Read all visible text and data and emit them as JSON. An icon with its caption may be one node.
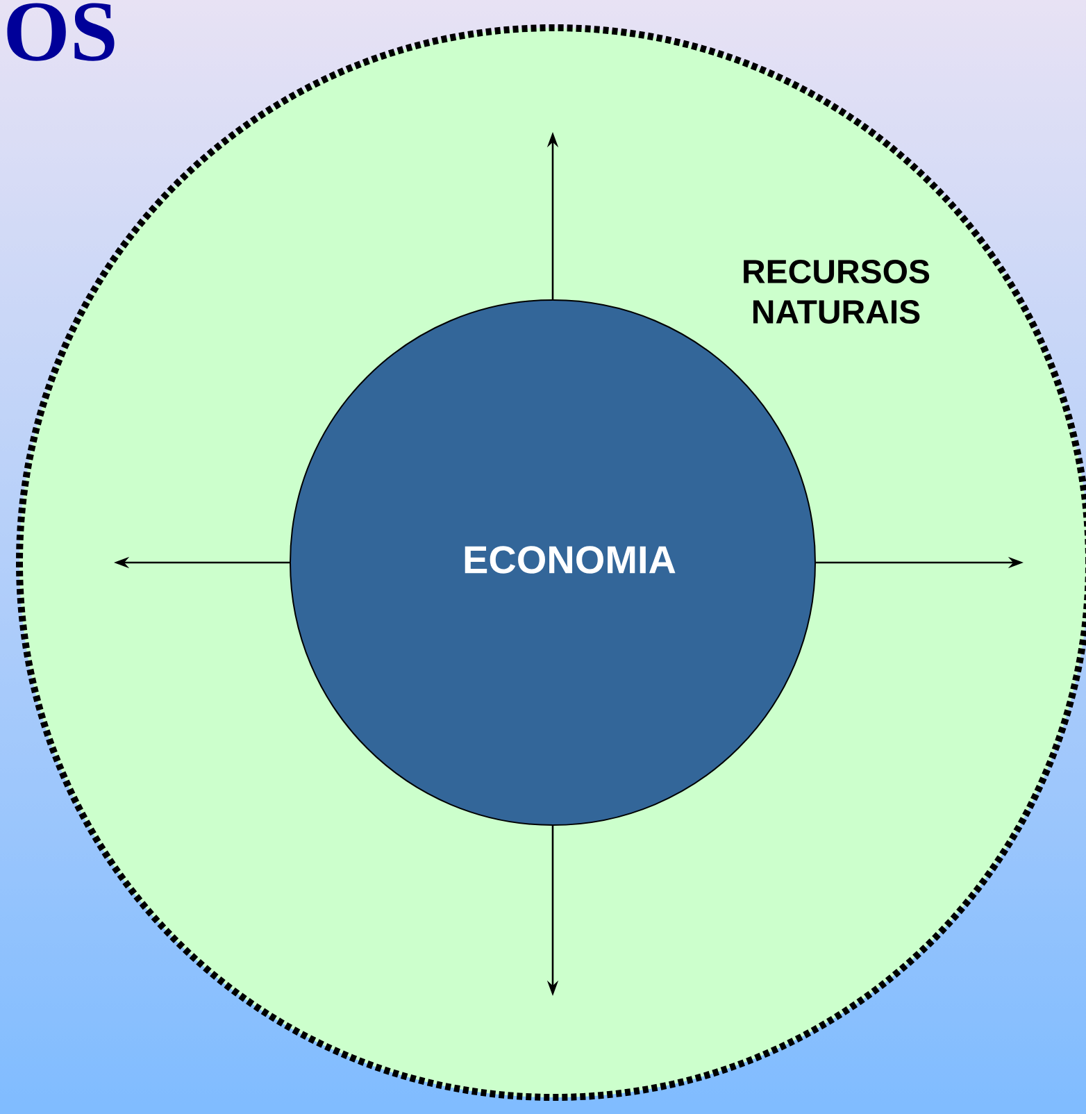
{
  "diagram": {
    "title": "OS",
    "nodes": [
      {
        "text": [
          "RECURSOS NATURAIS"
        ]
      },
      {
        "text": [
          "ECONOMIA"
        ],
        "in": 0
      }
    ],
    "edges": [
      {
        "from": 1,
        "to": null,
        "arrow": "to"
      },
      {
        "from": 1,
        "to": null,
        "arrow": "to"
      },
      {
        "from": 1,
        "to": null,
        "arrow": "to"
      },
      {
        "from": 1,
        "to": null,
        "arrow": "to"
      }
    ]
  }
}
